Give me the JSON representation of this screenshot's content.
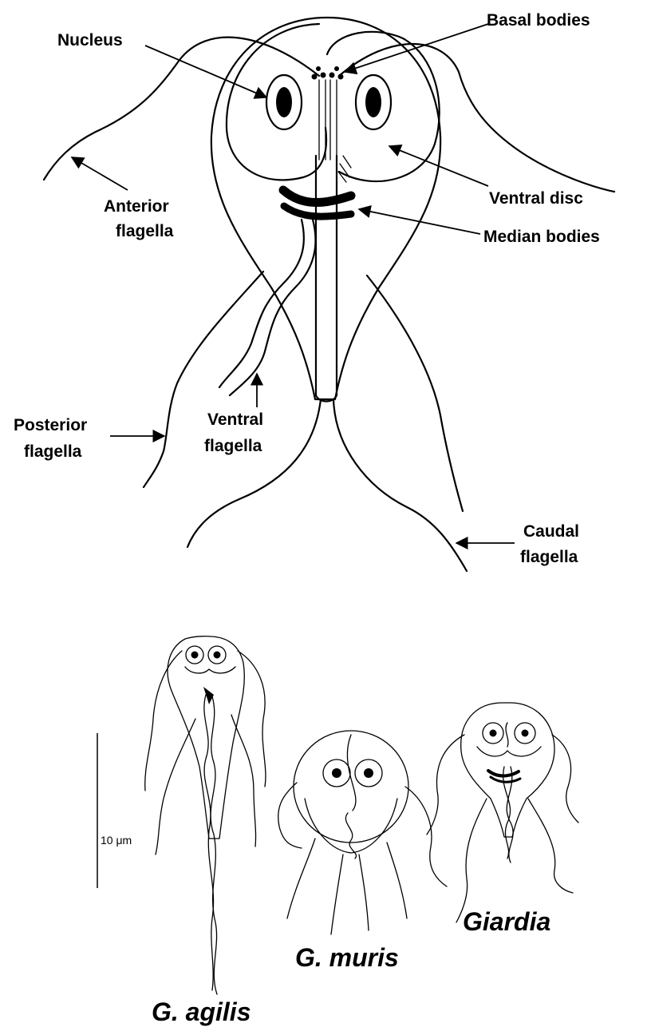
{
  "main_diagram": {
    "labels": {
      "nucleus": "Nucleus",
      "basal_bodies": "Basal bodies",
      "anterior": [
        "Anterior",
        "flagella"
      ],
      "ventral_disc": "Ventral disc",
      "median_bodies": "Median bodies",
      "posterior": [
        "Posterior",
        "flagella"
      ],
      "ventral_flagella": [
        "Ventral",
        "flagella"
      ],
      "caudal": [
        "Caudal",
        "flagella"
      ]
    }
  },
  "comparison": {
    "scale_bar_label": "10 μm",
    "species": {
      "agilis": "G. agilis",
      "muris": "G. muris",
      "giardia": "Giardia"
    }
  }
}
